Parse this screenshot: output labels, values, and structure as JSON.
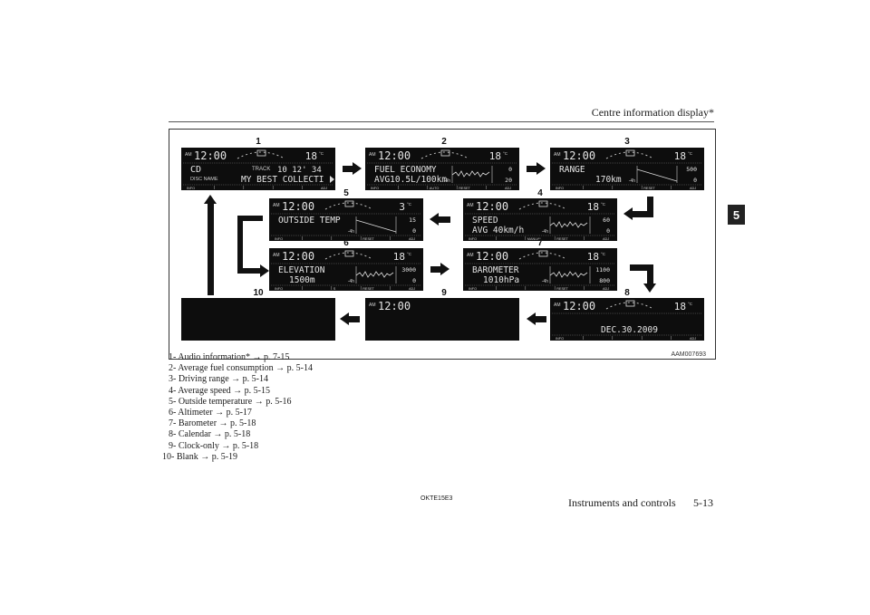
{
  "header": {
    "title": "Centre information display*"
  },
  "chapter_tab": "5",
  "figure": {
    "code": "AAM007693",
    "clock": "12:00",
    "am": "AM",
    "panels": [
      {
        "n": "1",
        "temp": "18",
        "line1": "CD",
        "line1b": "TRACK",
        "line1c": "10  12' 34",
        "line2a": "DISC NAME",
        "line2": "MY BEST COLLECTI",
        "right_top": "",
        "right_bottom": "",
        "unit": "",
        "axis": ""
      },
      {
        "n": "2",
        "temp": "18",
        "line1": "FUEL ECONOMY",
        "line1b": "",
        "line1c": "",
        "line2a": "",
        "line2": "AVG10.5L/100km",
        "right_top": "0",
        "right_bottom": "20",
        "unit": "",
        "axis": "-4h"
      },
      {
        "n": "3",
        "temp": "18",
        "line1": "RANGE",
        "line1b": "",
        "line1c": "",
        "line2a": "",
        "line2": "170km",
        "right_top": "500",
        "right_bottom": "0",
        "unit": "",
        "axis": "-4h"
      },
      {
        "n": "4",
        "temp": "18",
        "line1": "SPEED",
        "line1b": "",
        "line1c": "",
        "line2a": "",
        "line2": "AVG  40km/h",
        "right_top": "60",
        "right_bottom": "0",
        "unit": "",
        "axis": "-4h"
      },
      {
        "n": "5",
        "temp": "3",
        "line1": "OUTSIDE TEMP",
        "line1b": "",
        "line1c": "",
        "line2a": "",
        "line2": "",
        "right_top": "15",
        "right_bottom": "0",
        "unit": "",
        "axis": "-4h"
      },
      {
        "n": "6",
        "temp": "18",
        "line1": "ELEVATION",
        "line1b": "",
        "line1c": "",
        "line2a": "",
        "line2": "1500m",
        "right_top": "3000",
        "right_bottom": "0",
        "unit": "",
        "axis": "-4h"
      },
      {
        "n": "7",
        "temp": "18",
        "line1": "BAROMETER",
        "line1b": "",
        "line1c": "",
        "line2a": "",
        "line2": "1010hPa",
        "right_top": "1100",
        "right_bottom": "800",
        "unit": "",
        "axis": "-4h"
      },
      {
        "n": "8",
        "temp": "18",
        "line1": "",
        "line1b": "",
        "line1c": "",
        "line2a": "",
        "line2": "DEC.30.2009",
        "right_top": "",
        "right_bottom": "",
        "unit": "",
        "axis": ""
      },
      {
        "n": "9",
        "temp": "",
        "line1": "",
        "line1b": "",
        "line1c": "",
        "line2a": "",
        "line2": "",
        "right_top": "",
        "right_bottom": "",
        "unit": "",
        "axis": ""
      },
      {
        "n": "10",
        "temp": "",
        "line1": "",
        "line1b": "",
        "line1c": "",
        "line2a": "",
        "line2": "",
        "right_top": "",
        "right_bottom": "",
        "unit": "",
        "axis": ""
      }
    ],
    "softkeys": {
      "p1": [
        "INFO",
        "",
        "",
        "",
        "ADJ"
      ],
      "p2": [
        "INFO",
        "",
        "AUTO",
        "RESET",
        "ADJ"
      ],
      "p3": [
        "INFO",
        "",
        "",
        "RESET",
        "ADJ"
      ],
      "p4": [
        "INFO",
        "",
        "MANUAL",
        "RESET",
        "ADJ"
      ],
      "p5": [
        "INFO",
        "",
        "",
        "RESET",
        "ADJ"
      ],
      "p6": [
        "INFO",
        "",
        "S",
        "RESET",
        "ADJ"
      ],
      "p7": [
        "INFO",
        "",
        "",
        "RESET",
        "ADJ"
      ],
      "p8": [
        "INFO",
        "",
        "",
        "",
        "ADJ"
      ]
    }
  },
  "legend": [
    "1- Audio information* → p. 7-15",
    "2- Average fuel consumption → p. 5-14",
    "3- Driving range → p. 5-14",
    "4- Average speed → p. 5-15",
    "5- Outside temperature → p. 5-16",
    "6- Altimeter → p. 5-17",
    "7- Barometer → p. 5-18",
    "8- Calendar → p. 5-18",
    "9- Clock-only → p. 5-18",
    "10- Blank → p. 5-19"
  ],
  "footer": {
    "doc_code": "OKTE15E3",
    "section": "Instruments and controls",
    "page": "5-13"
  }
}
